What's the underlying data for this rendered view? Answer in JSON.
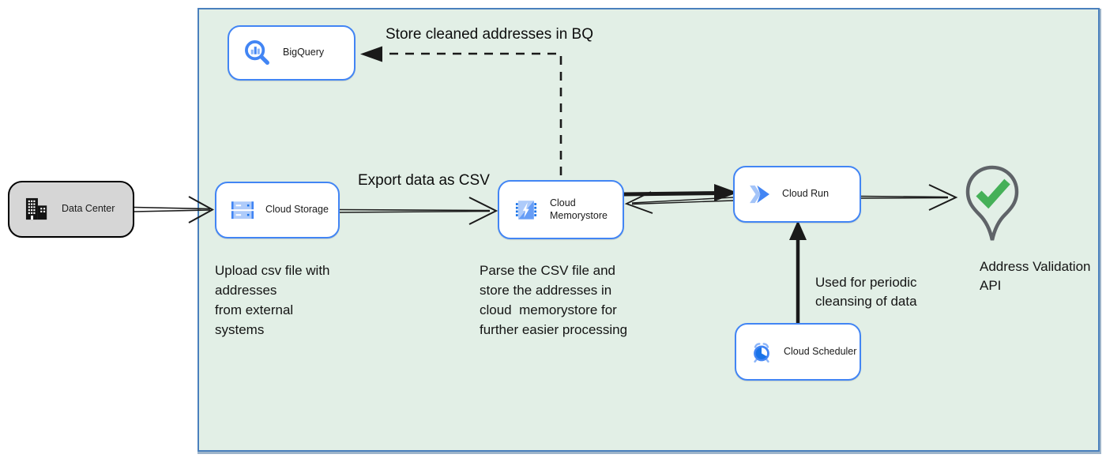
{
  "nodes": {
    "data_center": {
      "label": "Data Center",
      "icon": "building-icon"
    },
    "bigquery": {
      "label": "BigQuery",
      "icon": "bigquery-magnifier-icon"
    },
    "cloud_storage": {
      "label": "Cloud Storage",
      "icon": "storage-buckets-icon"
    },
    "cloud_memorystore": {
      "label": "Cloud Memorystore",
      "icon": "memorystore-chip-icon"
    },
    "cloud_run": {
      "label": "Cloud Run",
      "icon": "cloud-run-arrows-icon"
    },
    "cloud_scheduler": {
      "label": "Cloud Scheduler",
      "icon": "alarm-clock-icon"
    },
    "address_validation_api": {
      "label": "Address Validation API",
      "icon": "map-pin-check-icon"
    }
  },
  "annotations": {
    "store_bq": "Store cleaned addresses in BQ",
    "export_csv": "Export data as CSV",
    "upload_note": "Upload csv file with\naddresses\nfrom external\nsystems",
    "parse_note": "Parse the CSV file and\nstore the addresses in\ncloud  memorystore for\nfurther easier processing",
    "periodic_note": "Used for periodic\ncleansing of data"
  },
  "colors": {
    "container_fill": "#e2efe6",
    "container_border": "#4a80bd",
    "node_border": "#4285f4",
    "node_fill": "#ffffff",
    "data_center_fill": "#d6d6d6",
    "data_center_border": "#000000",
    "icon_blue": "#4285f4",
    "icon_blue_light": "#aecbfa",
    "icon_blue_dark": "#1a73e8",
    "check_green": "#45b058",
    "pin_gray": "#5f6368",
    "arrow_black": "#1a1a1a"
  }
}
